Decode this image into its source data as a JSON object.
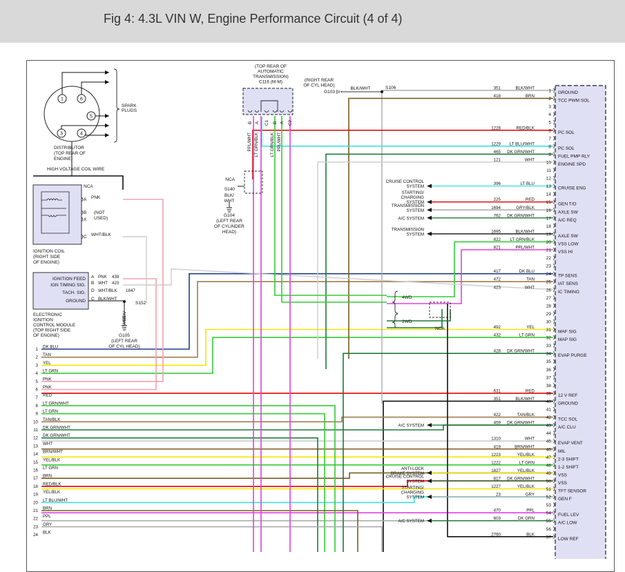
{
  "header": {
    "title": "Fig 4: 4.3L VIN W, Engine Performance Circuit (4 of 4)"
  },
  "colors": {
    "header_bg": "#d9d9d9",
    "ecm_fill": "#dfe0f4",
    "ecm_stroke": "#1a1a2e",
    "DK BLU": "#1f3c88",
    "TAN": "#a07a50",
    "YEL": "#f2e600",
    "LT GRN": "#33cc33",
    "PNK": "#f4a0b0",
    "RED": "#e00000",
    "DK GRN": "#1e7a3a",
    "WHT": "#cccccc",
    "BRN": "#7a5c1e",
    "LT BLU": "#40e0e0",
    "PPL": "#e040e0",
    "GRY": "#aaaaaa",
    "BLK": "#111111"
  },
  "distributor": {
    "spark_plugs": [
      "SPARK",
      "PLUGS"
    ],
    "caption": [
      "DISTRIBUTOR",
      "(TOP REAR OF",
      "ENGINE)"
    ],
    "terminals": [
      "1",
      "6",
      "5",
      "3",
      "4"
    ],
    "hv_wire": "HIGH VOLTAGE COIL WIRE"
  },
  "ignition_coil": {
    "caption": [
      "IGNITION COIL",
      "(RIGHT SIDE",
      "OF ENGINE)"
    ],
    "pins": [
      {
        "pin": "A",
        "wire": "PNK"
      },
      {
        "pin": "B",
        "wire": ""
      },
      {
        "pin": "X",
        "wire": ""
      },
      {
        "pin": "C",
        "wire": "WHT/BLK"
      }
    ],
    "nca": "NCA",
    "not_used": [
      "(NOT",
      "USED)"
    ]
  },
  "icm": {
    "labels": [
      "IGNITION FEED",
      "IGN TIMING SIG.",
      "TACH. SIG.",
      "GROUND"
    ],
    "pins": [
      {
        "pin": "A",
        "wire": "PNK",
        "circuit": "439"
      },
      {
        "pin": "B",
        "wire": "WHT",
        "circuit": "423"
      },
      {
        "pin": "D",
        "wire": "WHT/BLK",
        "circuit": "1847"
      },
      {
        "pin": "C",
        "wire": "BLK/WHT",
        "circuit": ""
      }
    ],
    "caption": [
      "ELECTRONIC",
      "IGNITION",
      "CONTROL MODULE",
      "(TOP RIGHT SIDE",
      "OF ENGINE)"
    ],
    "splice": "S152",
    "ground_wire": [
      "BLK/",
      "WHT"
    ],
    "ground": "G105",
    "ground_loc": [
      "(LEFT REAR",
      "OF CYL HEAD)"
    ]
  },
  "trans_connector": {
    "caption": [
      "(TOP REAR OF",
      "AUTOMATIC",
      "TRANSMISSION)",
      "C116 (M-M)"
    ],
    "pins": [
      "B",
      "A",
      "C1",
      "B",
      "A",
      "C2"
    ],
    "wires": [
      "PPL/WHT",
      "LT GRN/BLK",
      "LT GRN/BLK",
      "PPL/WHT"
    ]
  },
  "top_ground": {
    "loc": [
      "(RIGHT REAR",
      "OF CYL HEAD)"
    ],
    "ground": "G103",
    "wire": "BLK/WHT",
    "splice": "S106"
  },
  "s140": {
    "nca": "NCA",
    "splice": "S140",
    "wire": [
      "BLK/",
      "WHT"
    ],
    "ground": "G104",
    "loc": [
      "(LEFT REAR",
      "OF CYLINDER",
      "HEAD)"
    ]
  },
  "switch_4wd": {
    "a": "4WD",
    "b": "2WD",
    "nca": "NCA"
  },
  "ecm_pins": [
    {
      "n": "1",
      "cir": "351",
      "wire": "BLK/WHT",
      "func": "GROUND"
    },
    {
      "n": "2",
      "cir": "418",
      "wire": "BRN",
      "func": "TCC PWM SOL"
    },
    {
      "n": "3",
      "cir": "",
      "wire": "",
      "func": ""
    },
    {
      "n": "4",
      "cir": "",
      "wire": "",
      "func": ""
    },
    {
      "n": "5",
      "cir": "",
      "wire": "",
      "func": ""
    },
    {
      "n": "6",
      "cir": "1228",
      "wire": "RED/BLK",
      "func": "PC SOL"
    },
    {
      "n": "7",
      "cir": "",
      "wire": "",
      "func": ""
    },
    {
      "n": "8",
      "cir": "1229",
      "wire": "LT BLU/WHT",
      "func": "PC SOL"
    },
    {
      "n": "9",
      "cir": "465",
      "wire": "DK GRN/WHT",
      "func": "FUEL PMP RLY"
    },
    {
      "n": "10",
      "cir": "121",
      "wire": "WHT",
      "func": "ENGINE SPD"
    },
    {
      "n": "11",
      "cir": "",
      "wire": "",
      "func": ""
    },
    {
      "n": "12",
      "cir": "",
      "wire": "",
      "func": ""
    },
    {
      "n": "13",
      "cir": "396",
      "wire": "LT BLU",
      "func": "CRUISE ENG"
    },
    {
      "n": "14",
      "cir": "",
      "wire": "",
      "func": ""
    },
    {
      "n": "15",
      "cir": "225",
      "wire": "RED",
      "func": "GEN T/O"
    },
    {
      "n": "16",
      "cir": "1694",
      "wire": "GRY/BLK",
      "func": "AXLE SW"
    },
    {
      "n": "17",
      "cir": "762",
      "wire": "DK GRN/WHT",
      "func": "A/C REQ"
    },
    {
      "n": "18",
      "cir": "",
      "wire": "",
      "func": ""
    },
    {
      "n": "19",
      "cir": "1695",
      "wire": "BLK/WHT",
      "func": "AXLE SW"
    },
    {
      "n": "20",
      "cir": "822",
      "wire": "LT GRN/BLK",
      "func": "VSS LOW"
    },
    {
      "n": "21",
      "cir": "821",
      "wire": "PPL/WHT",
      "func": "VSS HI"
    },
    {
      "n": "22",
      "cir": "",
      "wire": "",
      "func": ""
    },
    {
      "n": "23",
      "cir": "",
      "wire": "",
      "func": ""
    },
    {
      "n": "24",
      "cir": "417",
      "wire": "DK BLU",
      "func": "TP SENS"
    },
    {
      "n": "25",
      "cir": "472",
      "wire": "TAN",
      "func": "IAT SENS"
    },
    {
      "n": "26",
      "cir": "423",
      "wire": "WHT",
      "func": "IC TIMING"
    },
    {
      "n": "27",
      "cir": "",
      "wire": "",
      "func": ""
    },
    {
      "n": "28",
      "cir": "",
      "wire": "",
      "func": ""
    },
    {
      "n": "29",
      "cir": "",
      "wire": "",
      "func": ""
    },
    {
      "n": "30",
      "cir": "",
      "wire": "",
      "func": ""
    },
    {
      "n": "31",
      "cir": "492",
      "wire": "YEL",
      "func": "MAF SIG"
    },
    {
      "n": "32",
      "cir": "432",
      "wire": "LT GRN",
      "func": "MAP SIG"
    },
    {
      "n": "33",
      "cir": "",
      "wire": "",
      "func": ""
    },
    {
      "n": "34",
      "cir": "428",
      "wire": "DK GRN/WHT",
      "func": "EVAP PURGE"
    },
    {
      "n": "35",
      "cir": "",
      "wire": "",
      "func": ""
    },
    {
      "n": "36",
      "cir": "",
      "wire": "",
      "func": ""
    },
    {
      "n": "37",
      "cir": "",
      "wire": "",
      "func": ""
    },
    {
      "n": "38",
      "cir": "",
      "wire": "",
      "func": ""
    },
    {
      "n": "39",
      "cir": "631",
      "wire": "RED",
      "func": "12 V REF"
    },
    {
      "n": "40",
      "cir": "351",
      "wire": "BLK/WHT",
      "func": "GROUND"
    },
    {
      "n": "41",
      "cir": "",
      "wire": "",
      "func": ""
    },
    {
      "n": "42",
      "cir": "422",
      "wire": "TAN/BLK",
      "func": "TCC SOL"
    },
    {
      "n": "43",
      "cir": "459",
      "wire": "DK GRN/WHT",
      "func": "A/C CLU"
    },
    {
      "n": "44",
      "cir": "",
      "wire": "",
      "func": ""
    },
    {
      "n": "45",
      "cir": "1310",
      "wire": "WHT",
      "func": "EVAP VENT"
    },
    {
      "n": "46",
      "cir": "419",
      "wire": "BRN/WHT",
      "func": "MIL"
    },
    {
      "n": "47",
      "cir": "1223",
      "wire": "YEL/BLK",
      "func": "2-3 SHIFT"
    },
    {
      "n": "48",
      "cir": "1222",
      "wire": "LT GRN",
      "func": "1-2 SHIFT"
    },
    {
      "n": "49",
      "cir": "1827",
      "wire": "YEL/BLK",
      "func": "VSS"
    },
    {
      "n": "50",
      "cir": "817",
      "wire": "DK GRN/WHT",
      "func": "VSS"
    },
    {
      "n": "51",
      "cir": "1227",
      "wire": "YEL/BLK",
      "func": "TFT SENSOR"
    },
    {
      "n": "52",
      "cir": "23",
      "wire": "GRY",
      "func": "GEN F"
    },
    {
      "n": "53",
      "cir": "",
      "wire": "",
      "func": ""
    },
    {
      "n": "54",
      "cir": "470",
      "wire": "PPL",
      "func": "FUEL LEV"
    },
    {
      "n": "55",
      "cir": "603",
      "wire": "DK GRN",
      "func": "A/C LOW"
    },
    {
      "n": "56",
      "cir": "",
      "wire": "",
      "func": ""
    },
    {
      "n": "57",
      "cir": "2760",
      "wire": "BLK",
      "func": "LOW REF"
    }
  ],
  "system_labels": [
    {
      "pin": "13",
      "lines": [
        "CRUISE CONTROL",
        "SYSTEM"
      ]
    },
    {
      "pin": "15",
      "lines": [
        "STARTING/",
        "CHARGING",
        "SYSTEM"
      ]
    },
    {
      "pin": "16",
      "lines": [
        "TRANSMISSION",
        "SYSTEM"
      ]
    },
    {
      "pin": "17",
      "lines": [
        "A/C SYSTEM"
      ]
    },
    {
      "pin": "19",
      "lines": [
        "TRANSMISSION",
        "SYSTEM"
      ]
    },
    {
      "pin": "43",
      "lines": [
        "A/C SYSTEM"
      ]
    },
    {
      "pin": "49",
      "lines": [
        "ANTI-LOCK",
        "BRAKE SYSTEM"
      ]
    },
    {
      "pin": "50",
      "lines": [
        "CRUISE CONTROL",
        "SYSTEM"
      ]
    },
    {
      "pin": "52",
      "lines": [
        "STARTING/",
        "CHARGING",
        "SYSTEM"
      ]
    },
    {
      "pin": "55",
      "lines": [
        "A/C SYSTEM"
      ]
    }
  ],
  "left_pins": [
    {
      "n": "1",
      "wire": "DK BLU"
    },
    {
      "n": "2",
      "wire": "TAN"
    },
    {
      "n": "3",
      "wire": "YEL"
    },
    {
      "n": "4",
      "wire": "LT GRN"
    },
    {
      "n": "5",
      "wire": "PNK"
    },
    {
      "n": "6",
      "wire": "PNK"
    },
    {
      "n": "7",
      "wire": "RED"
    },
    {
      "n": "8",
      "wire": "LT GRN/WHT"
    },
    {
      "n": "9",
      "wire": "LT GRN"
    },
    {
      "n": "10",
      "wire": "TAN/BLK"
    },
    {
      "n": "11",
      "wire": "DK GRN/WHT"
    },
    {
      "n": "12",
      "wire": "DK GRN/WHT"
    },
    {
      "n": "13",
      "wire": "WHT"
    },
    {
      "n": "14",
      "wire": "BRN/WHT"
    },
    {
      "n": "15",
      "wire": "YEL/BLK"
    },
    {
      "n": "16",
      "wire": "LT GRN"
    },
    {
      "n": "17",
      "wire": "BRN"
    },
    {
      "n": "18",
      "wire": "RED/BLK"
    },
    {
      "n": "19",
      "wire": "YEL/BLK"
    },
    {
      "n": "20",
      "wire": "LT BLU/WHT"
    },
    {
      "n": "21",
      "wire": "BRN"
    },
    {
      "n": "22",
      "wire": "PPL"
    },
    {
      "n": "23",
      "wire": "GRY"
    },
    {
      "n": "24",
      "wire": "BLK"
    }
  ]
}
